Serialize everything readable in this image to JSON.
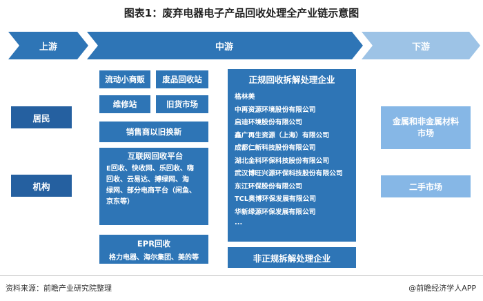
{
  "title": "图表1：废弃电器电子产品回收处理全产业链示意图",
  "stages": {
    "upstream": "上游",
    "midstream": "中游",
    "downstream": "下游"
  },
  "upstream": {
    "items": [
      "居民",
      "机构"
    ]
  },
  "midstream": {
    "channels": {
      "small_vendors": "流动小商贩",
      "waste_station": "废品回收站",
      "repair_station": "维修站",
      "used_market": "旧货市场",
      "trade_in": "销售商以旧换新"
    },
    "internet": {
      "title": "互联网回收平台",
      "lines": [
        "E回收、快收网、乐回收、嗨",
        "回收、云易达、搏绿网、淘",
        "绿网、部分电商平台（闲鱼、",
        "京东等）"
      ]
    },
    "epr": {
      "title": "EPR回收",
      "body": "格力电器、海尔集团、美的等"
    },
    "formal": {
      "title": "正规回收拆解处理企业",
      "companies": [
        "格林美",
        "中再资源环境股份有限公司",
        "启迪环境股份有限公司",
        "鑫广再生资源（上海）有限公司",
        "成都仁新科技股份有限公司",
        "湖北金科环保科技股份有限公司",
        "武汉博旺兴源环保科技股份有限公司",
        "东江环保股份有限公司",
        "TCL奥博环保发展有限公司",
        "华新绿源环保发展有限公司",
        "..."
      ]
    },
    "informal": "非正规拆解处理企业"
  },
  "downstream": {
    "items": [
      "金属和非金属材料\n市场",
      "二手市场"
    ]
  },
  "footer": {
    "source": "资料来源：前瞻产业研究院整理",
    "brand": "@前瞻经济学人APP"
  },
  "colors": {
    "dark_blue": "#2e75b6",
    "deeper_blue": "#2560a0",
    "light_blue": "#86b7e6",
    "arrow_light": "#9dc3e6"
  }
}
